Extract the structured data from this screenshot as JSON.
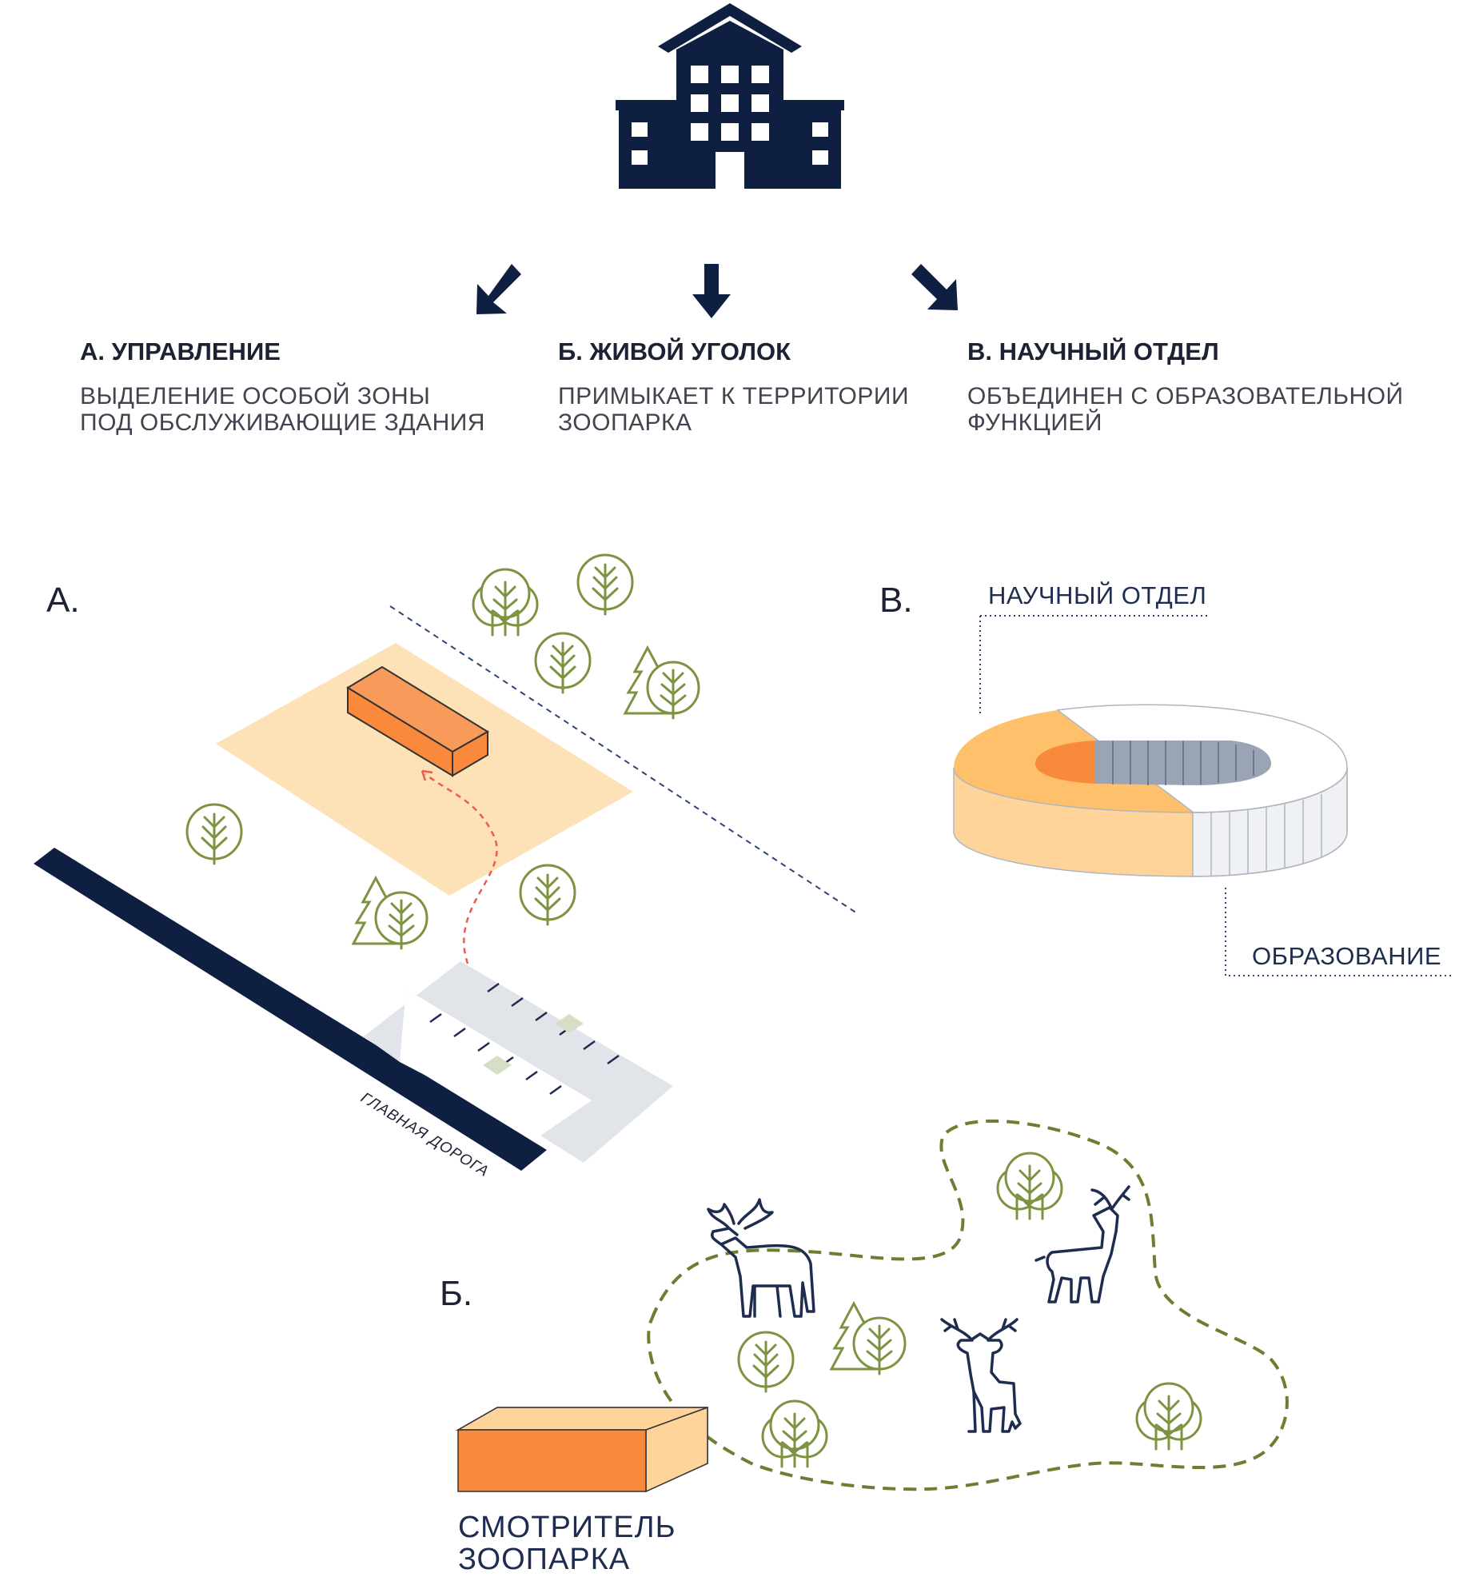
{
  "header": {
    "building_icon": "building-icon",
    "arrow_icons": [
      "arrow-down-left-icon",
      "arrow-down-icon",
      "arrow-down-right-icon"
    ]
  },
  "columns": [
    {
      "title": "А. УПРАВЛЕНИЕ",
      "desc_line1": "ВЫДЕЛЕНИЕ ОСОБОЙ ЗОНЫ",
      "desc_line2": "ПОД ОБСЛУЖИВАЮЩИЕ ЗДАНИЯ"
    },
    {
      "title": "Б. ЖИВОЙ УГОЛОК",
      "desc_line1": "ПРИМЫКАЕТ К ТЕРРИТОРИИ",
      "desc_line2": "ЗООПАРКА"
    },
    {
      "title": "В. НАУЧНЫЙ ОТДЕЛ",
      "desc_line1": "ОБЪЕДИНЕН С ОБРАЗОВАТЕЛЬНОЙ",
      "desc_line2": "ФУНКЦИЕЙ"
    }
  ],
  "section_a": {
    "letter": "А.",
    "road_label": "ГЛАВНАЯ ДОРОГА"
  },
  "section_b": {
    "letter": "Б.",
    "box_label_line1": "СМОТРИТЕЛЬ",
    "box_label_line2": "ЗООПАРКА",
    "animals": [
      "moose-icon",
      "deer-icon",
      "deer-icon"
    ]
  },
  "section_v": {
    "letter": "В.",
    "label_top": "НАУЧНЫЙ ОТДЕЛ",
    "label_bottom": "ОБРАЗОВАНИЕ"
  },
  "colors": {
    "navy": "#0f1f42",
    "orange": "#f98a3c",
    "light_orange": "#fde2b8",
    "tree_green": "#7d9341",
    "zone_dash": "#6f7d33",
    "parking": "#e1e4e9"
  }
}
